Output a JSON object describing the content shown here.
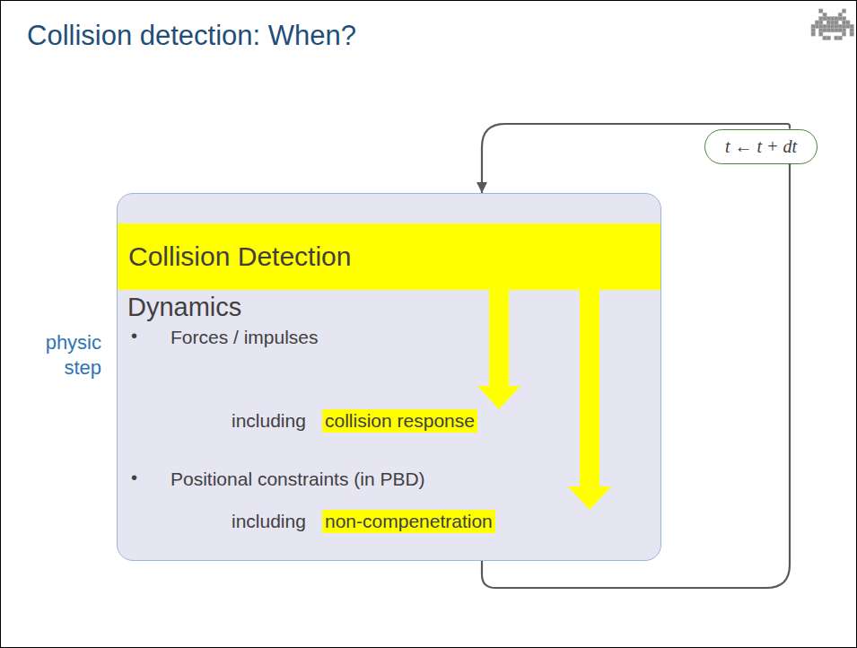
{
  "diagram": {
    "title": "Collision detection: When?",
    "nodes": [
      {
        "text": [
          "physic step"
        ]
      },
      {
        "text": [
          "Collision Detection"
        ],
        "in": 0
      },
      {
        "text": [
          "collision response"
        ],
        "in": 0
      },
      {
        "text": [
          "non-compenetration"
        ],
        "in": 0
      },
      {
        "text": [
          "t ← t + dt"
        ]
      }
    ],
    "edges": [
      {
        "from": 1,
        "to": 2,
        "arrow": "to"
      },
      {
        "from": 1,
        "to": 3,
        "arrow": "to"
      },
      {
        "from": 0,
        "to": 4,
        "arrow": "none"
      },
      {
        "from": 4,
        "to": 0,
        "arrow": "to"
      }
    ],
    "labels": [
      "Dynamics",
      "•",
      "Forces / impulses",
      "including",
      "•",
      "Positional constraints (in PBD)",
      "including"
    ]
  }
}
